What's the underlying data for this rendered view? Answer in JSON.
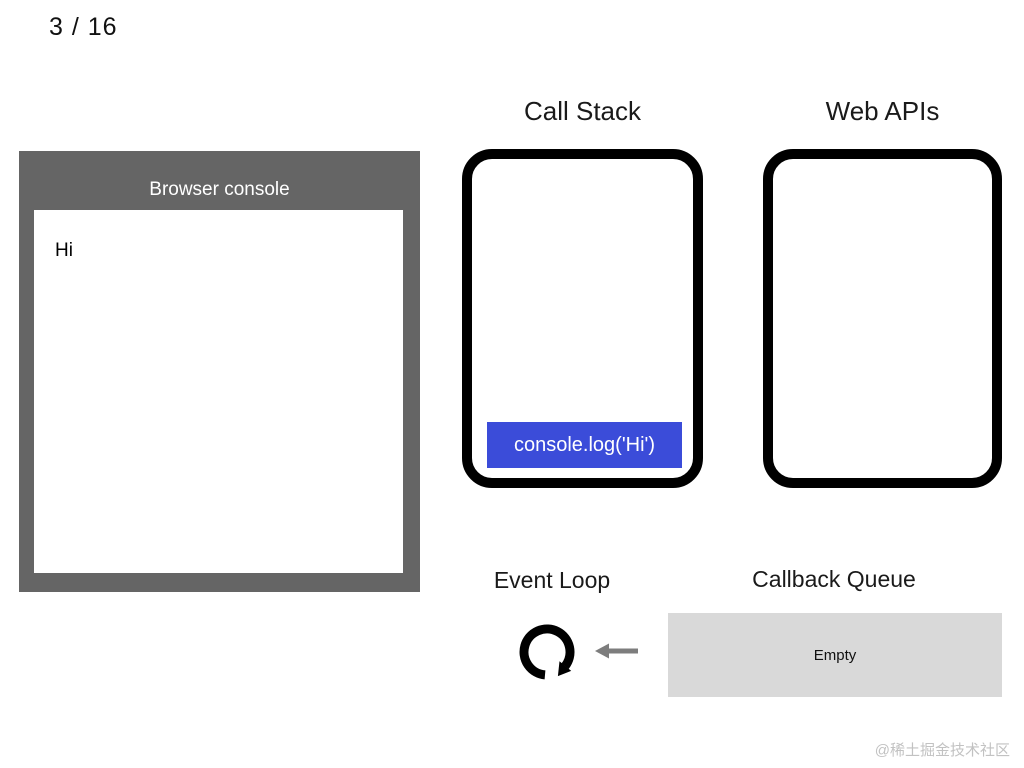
{
  "page": {
    "slide_counter": "3 / 16",
    "watermark": "@稀土掘金技术社区"
  },
  "console_panel": {
    "title": "Browser console",
    "lines": [
      "Hi"
    ]
  },
  "call_stack": {
    "title": "Call Stack",
    "frames": [
      {
        "label": "console.log('Hi')"
      }
    ]
  },
  "web_apis": {
    "title": "Web APIs",
    "items": []
  },
  "event_loop": {
    "title": "Event Loop",
    "icon": "circular-arrow-clockwise"
  },
  "callback_queue": {
    "title": "Callback Queue",
    "status": "Empty",
    "arrow_icon": "left-arrow"
  },
  "colors": {
    "console_frame_gray": "#656565",
    "stack_frame_blue": "#3b4cd9",
    "queue_fill_gray": "#d9d9d9",
    "arrow_gray": "#7d7d7d",
    "box_border_black": "#000000"
  }
}
